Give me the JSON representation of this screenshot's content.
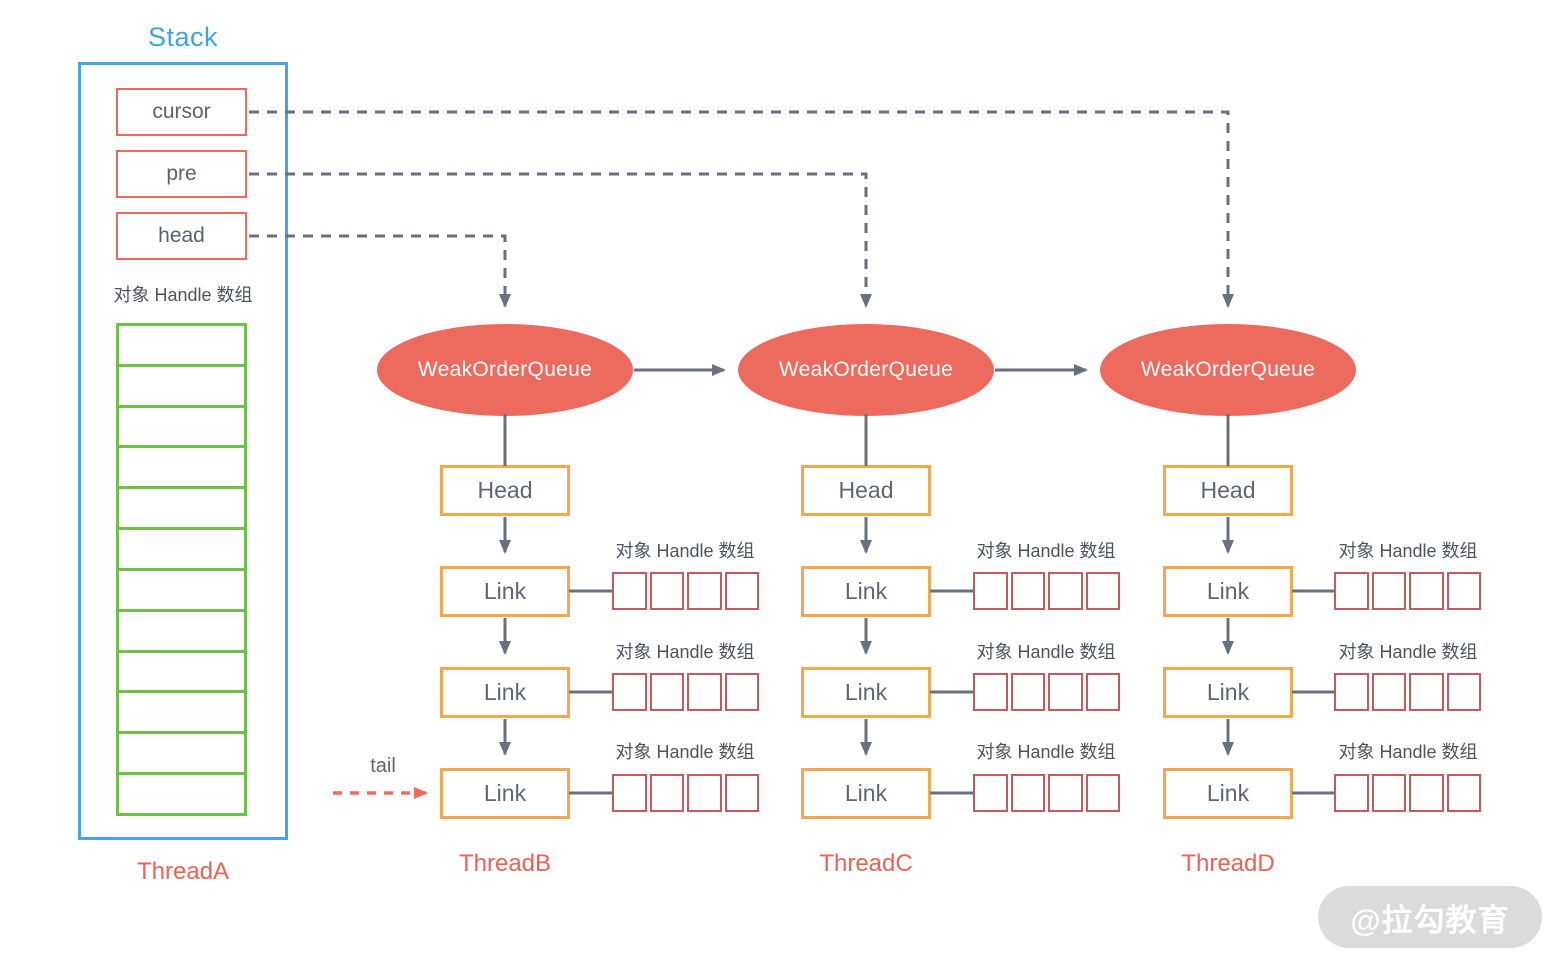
{
  "stack": {
    "title": "Stack",
    "pointers": [
      {
        "label": "cursor"
      },
      {
        "label": "pre"
      },
      {
        "label": "head"
      }
    ],
    "array_label": "对象 Handle 数组",
    "array_cells": 12,
    "thread_label": "ThreadA"
  },
  "queues": [
    {
      "label": "WeakOrderQueue",
      "head_label": "Head",
      "links": [
        "Link",
        "Link",
        "Link"
      ],
      "array_label": "对象 Handle 数组",
      "array_cells": 4,
      "thread_label": "ThreadB"
    },
    {
      "label": "WeakOrderQueue",
      "head_label": "Head",
      "links": [
        "Link",
        "Link",
        "Link"
      ],
      "array_label": "对象 Handle 数组",
      "array_cells": 4,
      "thread_label": "ThreadC"
    },
    {
      "label": "WeakOrderQueue",
      "head_label": "Head",
      "links": [
        "Link",
        "Link",
        "Link"
      ],
      "array_label": "对象 Handle 数组",
      "array_cells": 4,
      "thread_label": "ThreadD"
    }
  ],
  "tail": {
    "label": "tail"
  },
  "watermark": {
    "text": "@拉勾教育"
  },
  "colors": {
    "stack_border": "#48a5e5",
    "stack_title": "#41a3e6",
    "pointer_border": "#f0695f",
    "ellipse_fill": "#ed6a5e",
    "node_border": "#f5a74e",
    "handle_array_border": "#c7585f",
    "stack_array_border": "#6fbf48",
    "connector_gray": "#6a707e",
    "tail_arrow": "#f2695e",
    "thread_text": "#ee6156",
    "watermark_bg": "#dbdbdb"
  }
}
